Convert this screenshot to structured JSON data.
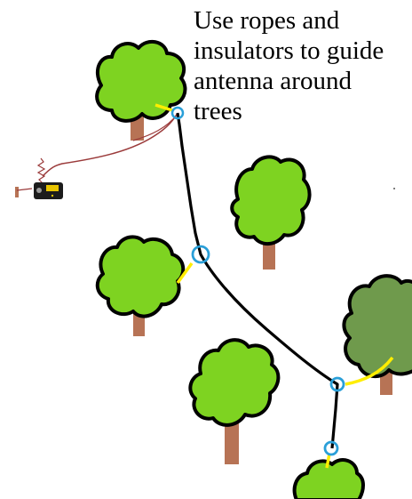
{
  "caption": {
    "lines": [
      "Use ropes and",
      "insulators to guide",
      "antenna around",
      "trees"
    ]
  },
  "colors": {
    "background": "#ffffff",
    "tree_foliage": "#7ed321",
    "tree_foliage_shaded": "#6f9a4c",
    "tree_outline": "#000000",
    "trunk": "#b77355",
    "antenna_wire": "#000000",
    "support_rope": "#ffee00",
    "insulator": "#2a9fd8",
    "feedline": "#9b3b3b",
    "radio_body": "#1c1c1c",
    "radio_display": "#e8c400"
  },
  "icons": {
    "insulator": "insulator-ring-icon",
    "tree": "tree-icon",
    "radio": "radio-transceiver-icon",
    "ground": "ground-stake-icon"
  }
}
